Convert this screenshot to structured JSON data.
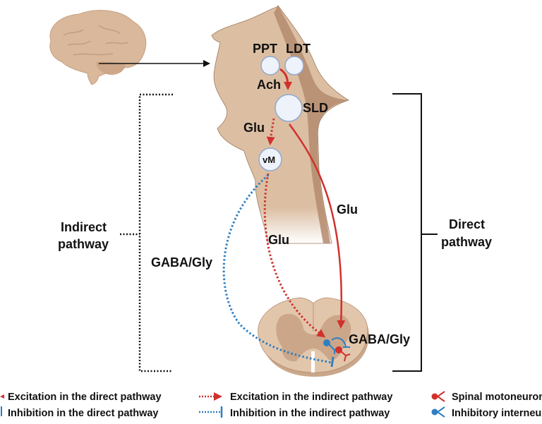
{
  "nuclei": {
    "ppt": "PPT",
    "ldt": "LDT",
    "sld": "SLD",
    "vm": "vM"
  },
  "neurotransmitters": {
    "ach": "Ach",
    "glu_sld_vm": "Glu",
    "glu_direct": "Glu",
    "glu_indirect": "Glu",
    "gaba_indirect": "GABA/Gly",
    "gaba_spinal": "GABA/Gly"
  },
  "brackets": {
    "indirect_line1": "Indirect",
    "indirect_line2": "pathway",
    "direct_line1": "Direct",
    "direct_line2": "pathway"
  },
  "legend": [
    {
      "label": "Excitation in the direct pathway",
      "style": "solid-arrow",
      "color": "#d0312d"
    },
    {
      "label": "Inhibition in the direct pathway",
      "style": "solid-bar",
      "color": "#2f7fc1"
    },
    {
      "label": "Excitation in the indirect pathway",
      "style": "dotted-arrow",
      "color": "#d0312d"
    },
    {
      "label": "Inhibition in the indirect pathway",
      "style": "dotted-bar",
      "color": "#2f7fc1"
    },
    {
      "label": "Spinal motoneuron",
      "style": "neuron",
      "color": "#d0312d"
    },
    {
      "label": "Inhibitory interneuron",
      "style": "neuron",
      "color": "#2f7fc1"
    }
  ],
  "colors": {
    "excitation": "#d0312d",
    "inhibition": "#2f7fc1",
    "tissue": "#dcbfa3",
    "tissue_dark": "#b48b6e",
    "nucleus_fill": "#eef2fa",
    "nucleus_stroke": "#8fa8cf"
  }
}
